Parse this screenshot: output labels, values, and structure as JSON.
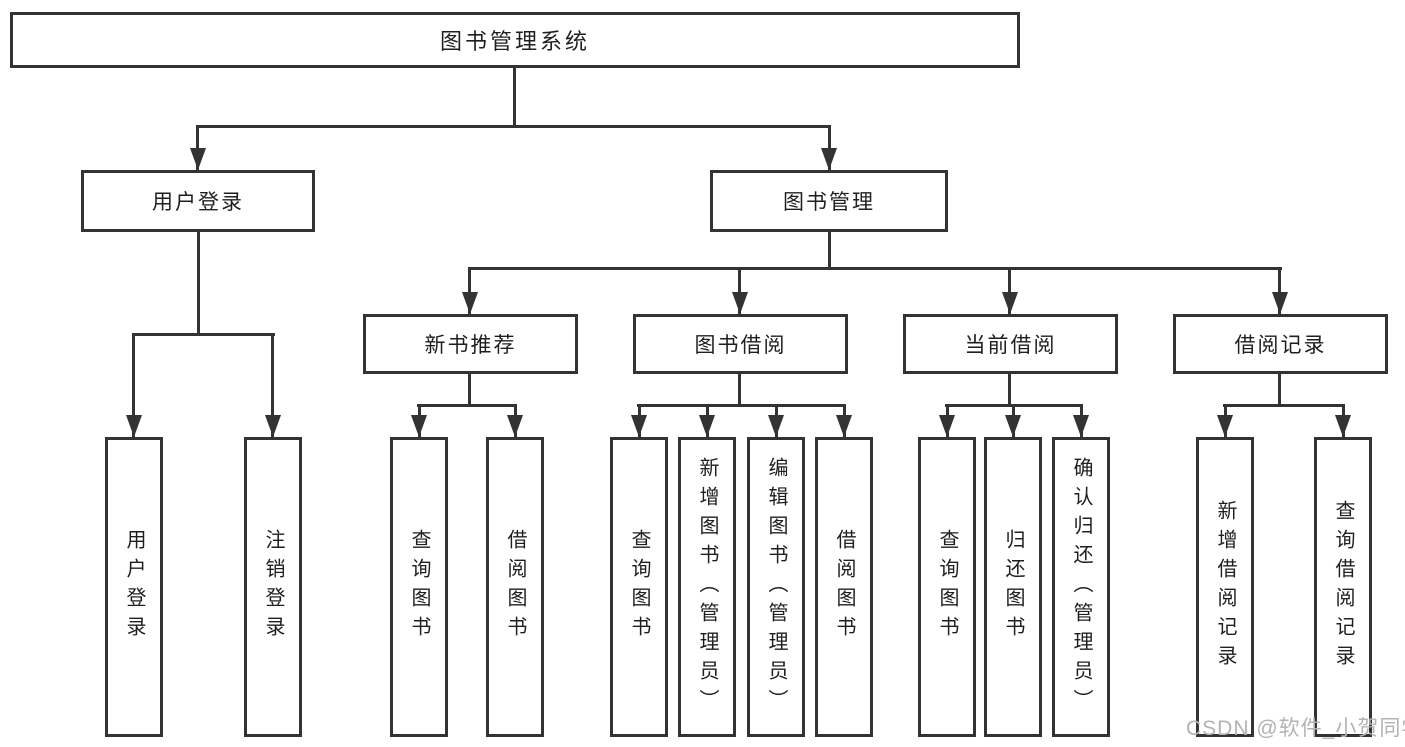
{
  "colors": {
    "line": "#333333",
    "box_border": "#333333",
    "text": "#1f1f1f",
    "background": "#ffffff",
    "watermark": "#b3b3b3"
  },
  "watermark": {
    "text": "CSDN @软件_小贺同学"
  },
  "chart_data": {
    "type": "tree-diagram",
    "title": "图书管理系统"
  },
  "tree": {
    "label": "图书管理系统",
    "children": [
      {
        "label": "用户登录",
        "children": [
          {
            "label": "用户登录"
          },
          {
            "label": "注销登录"
          }
        ]
      },
      {
        "label": "图书管理",
        "children": [
          {
            "label": "新书推荐",
            "children": [
              {
                "label": "查询图书"
              },
              {
                "label": "借阅图书"
              }
            ]
          },
          {
            "label": "图书借阅",
            "children": [
              {
                "label": "查询图书"
              },
              {
                "label": "新增图书（管理员）"
              },
              {
                "label": "编辑图书（管理员）"
              },
              {
                "label": "借阅图书"
              }
            ]
          },
          {
            "label": "当前借阅",
            "children": [
              {
                "label": "查询图书"
              },
              {
                "label": "归还图书"
              },
              {
                "label": "确认归还（管理员）"
              }
            ]
          },
          {
            "label": "借阅记录",
            "children": [
              {
                "label": "新增借阅记录"
              },
              {
                "label": "查询借阅记录"
              }
            ]
          }
        ]
      }
    ]
  }
}
